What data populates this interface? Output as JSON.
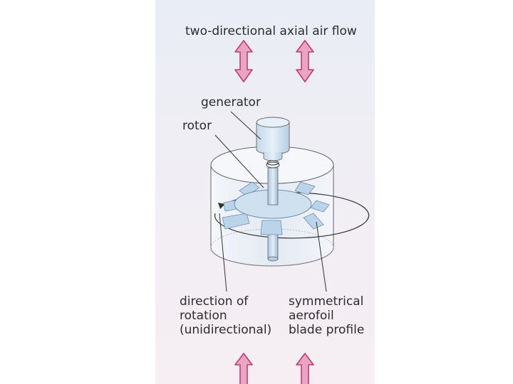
{
  "labels": {
    "airflow": "two-directional axial air flow",
    "generator": "generator",
    "rotor": "rotor",
    "direction": [
      "direction of",
      "rotation",
      "(unidirectional)"
    ],
    "blade": [
      "symmetrical",
      "aerofoil",
      "blade profile"
    ]
  },
  "colors": {
    "arrow_fill": "#e9a6c3",
    "arrow_stroke": "#c23a74",
    "cylinder": "#e8eef5",
    "rotor_blue": "#c5dcec",
    "line": "#333333"
  }
}
